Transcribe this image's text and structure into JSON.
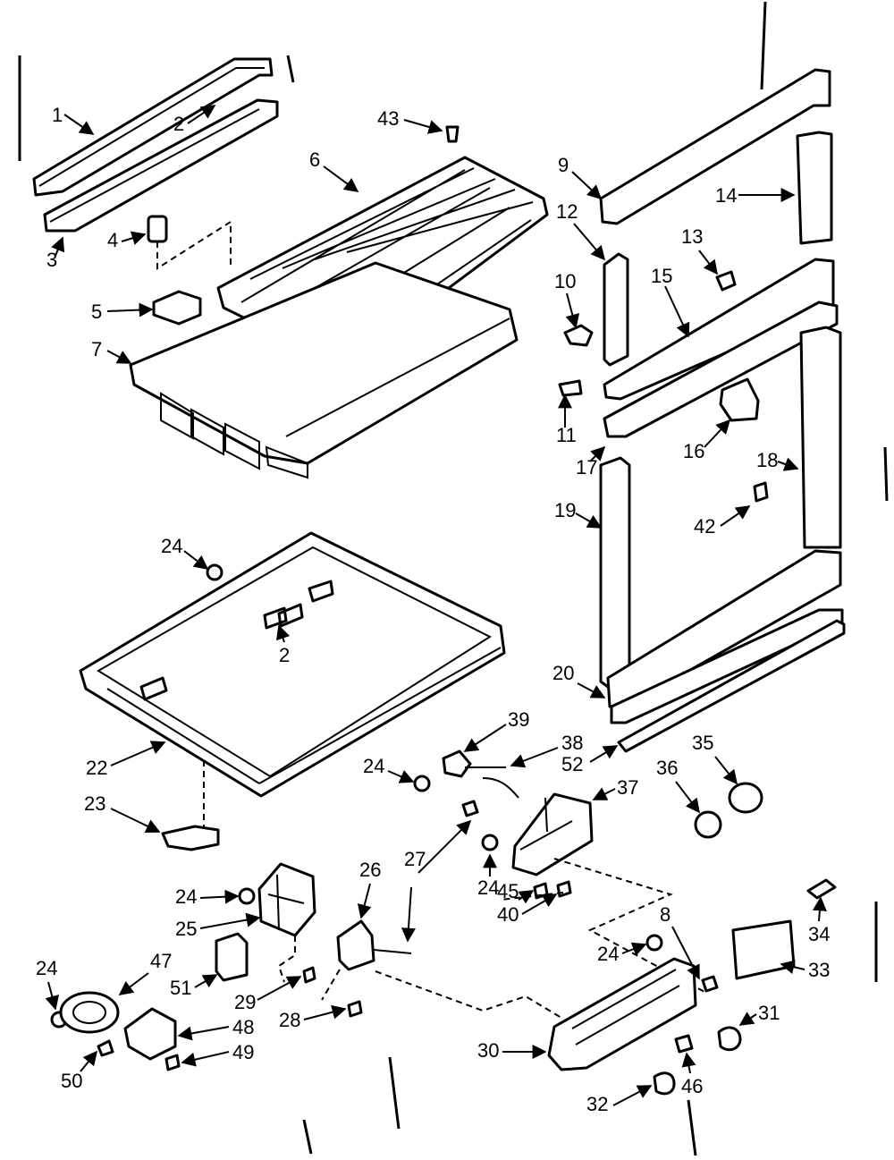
{
  "callouts": {
    "c1": "1",
    "c2a": "2",
    "c2b": "2",
    "c3": "3",
    "c4": "4",
    "c5": "5",
    "c6": "6",
    "c7": "7",
    "c8": "8",
    "c9": "9",
    "c10": "10",
    "c11": "11",
    "c12": "12",
    "c13": "13",
    "c14": "14",
    "c15": "15",
    "c16": "16",
    "c17": "17",
    "c18": "18",
    "c19": "19",
    "c20": "20",
    "c22": "22",
    "c23": "23",
    "c24a": "24",
    "c24b": "24",
    "c24c": "24",
    "c24d": "24",
    "c24e": "24",
    "c24f": "24",
    "c25": "25",
    "c26": "26",
    "c27": "27",
    "c28": "28",
    "c29": "29",
    "c30": "30",
    "c31": "31",
    "c32": "32",
    "c33": "33",
    "c34": "34",
    "c35": "35",
    "c36": "36",
    "c37": "37",
    "c38": "38",
    "c39": "39",
    "c40": "40",
    "c42": "42",
    "c43": "43",
    "c45": "45",
    "c46": "46",
    "c47": "47",
    "c48": "48",
    "c49": "49",
    "c50": "50",
    "c51": "51",
    "c52": "52"
  }
}
